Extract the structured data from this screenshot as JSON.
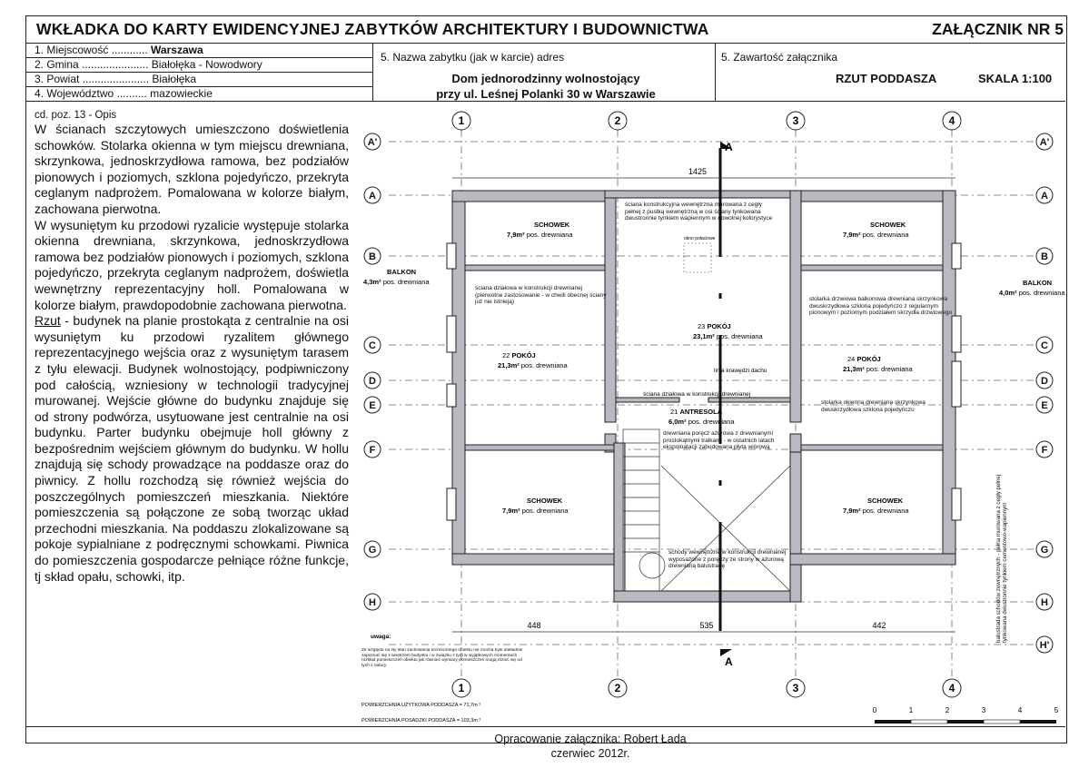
{
  "header": {
    "title": "WKŁADKA DO KARTY EWIDENCYJNEJ ZABYTKÓW ARCHITEKTURY I BUDOWNICTWA",
    "annex": "ZAŁĄCZNIK NR 5"
  },
  "location": [
    {
      "label": "1. Miejscowość ............",
      "value": "Warszawa",
      "bold": true
    },
    {
      "label": "2. Gmina ......................",
      "value": "Białołęka - Nowodwory",
      "bold": false
    },
    {
      "label": "3. Powiat ......................",
      "value": "Białołęka",
      "bold": false
    },
    {
      "label": "4. Województwo ..........",
      "value": "mazowieckie",
      "bold": false
    }
  ],
  "object": {
    "label": "5. Nazwa zabytku (jak w karcie) adres",
    "name_line1": "Dom jednorodzinny wolnostojący",
    "name_line2": "przy ul. Leśnej Polanki 30 w Warszawie"
  },
  "contents": {
    "label": "5. Zawartość załącznika",
    "title": "RZUT PODDASZA",
    "scale": "SKALA 1:100"
  },
  "description": {
    "sub": "cd. poz. 13 - Opis",
    "p1": "W ścianach szczytowych umieszczono doświetlenia schowków. Stolarka okienna w tym miejscu drewniana, skrzynkowa, jednoskrzydłowa ramowa, bez podziałów pionowych i poziomych, szklona pojedyńczo, przekryta ceglanym nadprożem. Pomalowana w kolorze białym, zachowana pierwotna.",
    "p2": "W wysuniętym ku przodowi ryzalicie występuje stolarka okienna drewniana, skrzynkowa, jednoskrzydłowa ramowa bez podziałów pionowych i poziomych, szklona pojedyńczo, przekryta ceglanym nadprożem, doświetla wewnętrzny reprezentacyjny holl. Pomalowana w kolorze białym, prawdopodobnie zachowana pierwotna.",
    "p3_lead": "Rzut",
    "p3": " - budynek na planie prostokąta z centralnie na osi wysuniętym ku przodowi ryzalitem głównego reprezentacyjnego wejścia oraz z wysuniętym tarasem z tyłu elewacji. Budynek wolnostojący, podpiwniczony pod całością, wzniesiony w technologii tradycyjnej murowanej. Wejście główne do budynku znajduje się od strony podwórza, usytuowane jest centralnie na osi budynku. Parter budynku obejmuje holl główny z bezpośrednim wejściem głównym do budynku. W hollu znajdują się schody prowadzące na poddasze oraz do piwnicy. Z hollu rozchodzą się również wejścia do poszczególnych pomieszczeń mieszkania. Niektóre pomieszczenia są połączone ze sobą tworząc układ przechodni mieszkania. Na poddaszu zlokalizowane są pokoje sypialniane z podręcznymi schowkami. Piwnica do pomieszczenia gospodarcze pełniące różne funkcje, tj skład opału, schowki, itp."
  },
  "plan": {
    "axes_top": [
      "1",
      "2",
      "3",
      "4"
    ],
    "axes_bottom": [
      "1",
      "2",
      "3",
      "4"
    ],
    "rows_left": [
      "A'",
      "A",
      "B",
      "C",
      "D",
      "E",
      "F",
      "G",
      "H"
    ],
    "rows_right": [
      "A'",
      "A",
      "B",
      "C",
      "D",
      "E",
      "F",
      "G",
      "H",
      "H'"
    ],
    "section_mark": "A",
    "dim_total": "1425",
    "dims_bottom": [
      "448",
      "535",
      "442"
    ],
    "rooms": [
      {
        "name": "SCHOWEK",
        "area": "7,9m²",
        "floor": "pos. drewniana"
      },
      {
        "name": "SCHOWEK",
        "area": "7,9m²",
        "floor": "pos. drewniana"
      },
      {
        "name": "SCHOWEK",
        "area": "7,9m²",
        "floor": "pos. drewniana"
      },
      {
        "name": "SCHOWEK",
        "area": "7,9m²",
        "floor": "pos. drewniana"
      },
      {
        "name": "POKÓJ",
        "num": "22",
        "area": "21,3m²",
        "floor": "pos. drewniana"
      },
      {
        "name": "POKÓJ",
        "num": "23",
        "area": "23,1m²",
        "floor": "pos. drewniana"
      },
      {
        "name": "POKÓJ",
        "num": "24",
        "area": "21,3m²",
        "floor": "pos. drewniana"
      },
      {
        "name": "ANTRESOLA",
        "num": "21",
        "area": "6,0m²",
        "floor": "pos. drewniana"
      },
      {
        "name": "BALKON",
        "area": "4,3m²",
        "floor": "pos. drewniana"
      },
      {
        "name": "BALKON",
        "area": "4,0m²",
        "floor": "pos. drewniana"
      }
    ],
    "notes": {
      "wall": "ściana konstrukcyjna wewnętrzna murowana z cegły pełnej z pustką wewnętrzną w osi ściany tynkowana dwustronnie tynkiem wapiennym w dowolnej kolorystyce",
      "okno": "okno połaciowe",
      "partition": "ściana działowa w konstrukcji drewnianej (pierwotne zastosowanie - w chwili obecnej ściany już nie istnieją)",
      "balcony_door": "stolarka drzwiowa balkonowa drewniana skrzynkowa dwuskrzydłowa szklona pojedyńczo z regularnym pionowym i poziomym podziałem skrzydła drzwiowego",
      "ridge": "linia krawędzi dachu",
      "partition2": "ściana działowa w konstrukcji drewnianej",
      "window": "stolarka okienna drewniana skrzynkowa dwuskrzydłowa szklona pojedyńczo",
      "railing": "drewniana poręcz ażurowa z drewnianymi prostokątnymi tralkami - w ostatnich latach ekspoloatacji zabudowana płytą wiórową",
      "stairs": "schody wewnętrzne w konstrukcji drewnianej wyposażone z poręczy ze strony w ażurową drewnianą balustradę",
      "ridge2": "linia krawędzi dachu",
      "balustrade": "balustrada schodów zewnętrznych - pełna murowana z cegły pełnej tynkowana dwustronnie tynkiem cementowo-wapiennym",
      "uwaga": "uwaga:",
      "uwaga_text": "Ze względu na zły stan zachowania technicznego obiektu nie można było dokładnie zapoznać się z wnętrzem budynku i w związku z tym w wyjątkowych momentach rozkład pomieszczeń obiektu jak również wymiary pomieszczeń mogą różnić się od tych z natury.",
      "area1": "POWIERZCHNIA UŻYTKOWA PODDASZA = 71,7m ²",
      "area2": "POWIERZCHNIA POSADZKI PODDASZA = 103,3m ²"
    },
    "scalebar": [
      "0",
      "1",
      "2",
      "3",
      "4",
      "5"
    ]
  },
  "footer": {
    "line1": "Opracowanie załącznika: Robert Łada",
    "line2": "czerwiec 2012r."
  }
}
